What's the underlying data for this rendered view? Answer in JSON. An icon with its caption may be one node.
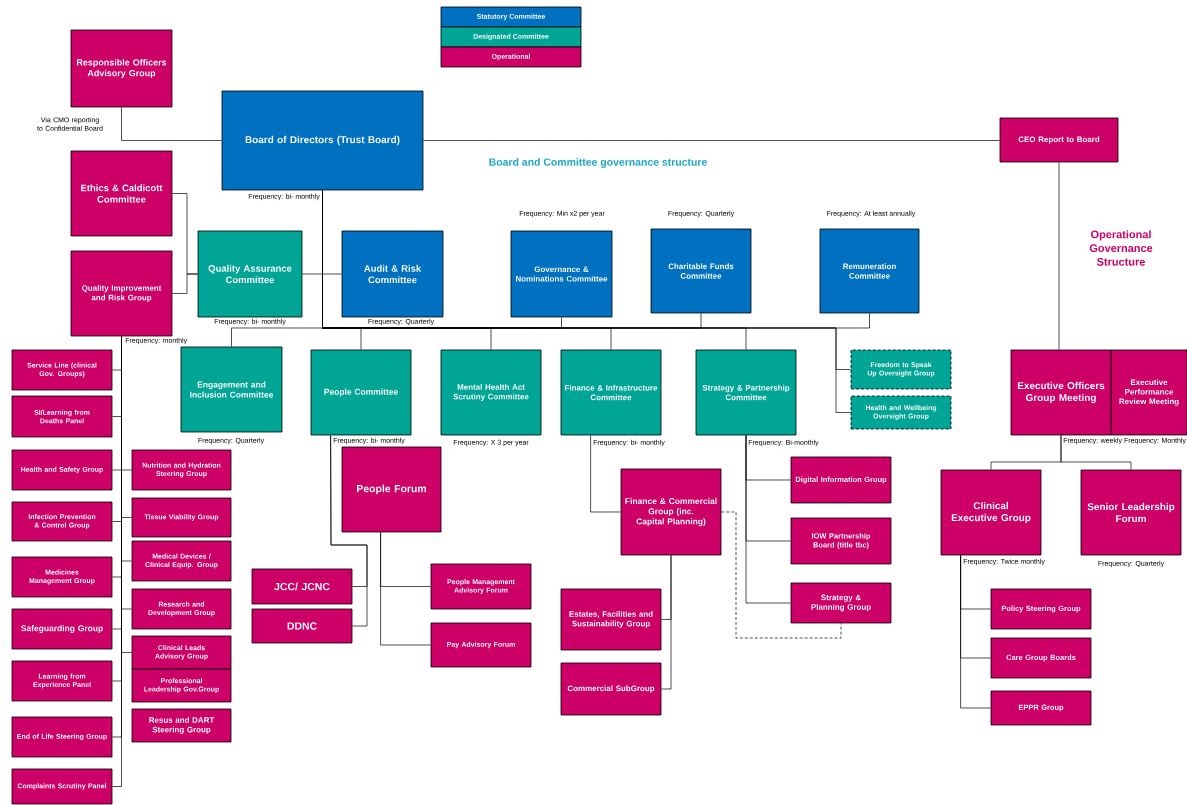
{
  "diagram": {
    "nodes": [
      {
        "text": [
          "Responsible Officers Advisory Group"
        ],
        "beside": [
          "Via CMO reporting to Confidential Board"
        ]
      },
      {
        "text": [
          "Board of Directors (Trust Board)"
        ],
        "beside": [
          "Frequency: bi- monthly"
        ]
      },
      {
        "text": [
          "CEO Report to Board"
        ]
      },
      {
        "text": [
          "Ethics & Caldicott Committee"
        ]
      },
      {
        "text": [
          "Quality Improvement and Risk Group"
        ],
        "beside": [
          "Frequency: monthly"
        ]
      },
      {
        "text": [
          "Quality Assurance Committee"
        ],
        "beside": [
          "Frequency: bi- monthly"
        ]
      },
      {
        "text": [
          "Audit & Risk Committee"
        ],
        "beside": [
          "Frequency: Quarterly"
        ]
      },
      {
        "text": [
          "Governance & Nominations Committee"
        ],
        "beside": [
          "Frequency: Min x2 per year"
        ]
      },
      {
        "text": [
          "Charitable Funds Committee"
        ],
        "beside": [
          "Frequency: Quarterly"
        ]
      },
      {
        "text": [
          "Remuneration Committee"
        ],
        "beside": [
          "Frequency: At least annually"
        ]
      },
      {
        "text": [
          "Engagement and Inclusion Committee"
        ],
        "beside": [
          "Frequency: Quarterly"
        ]
      },
      {
        "text": [
          "People Committee"
        ],
        "beside": [
          "Frequency: bi- monthly"
        ]
      },
      {
        "text": [
          "Mental Health Act Scrutiny Committee"
        ],
        "beside": [
          "Frequency: X 3 per year"
        ]
      },
      {
        "text": [
          "Finance & Infrastructure Committee"
        ],
        "beside": [
          "Frequency: bi- monthly"
        ]
      },
      {
        "text": [
          "Strategy & Partnership Committee"
        ],
        "beside": [
          "Frequency: Bi-monthly"
        ]
      },
      {
        "text": [
          "Freedom to Speak Up Oversight Group"
        ]
      },
      {
        "text": [
          "Health and Wellbeing Oversight Group"
        ]
      },
      {
        "text": [
          "Executive Officers Group Meeting"
        ],
        "beside": [
          "Frequency: weekly"
        ]
      },
      {
        "text": [
          "Executive Performance Review Meeting"
        ],
        "beside": [
          "Frequency: Monthly"
        ]
      },
      {
        "text": [
          "Service Line (clinical Gov. Groups)"
        ]
      },
      {
        "text": [
          "SI/Learning from Deaths Panel"
        ]
      },
      {
        "text": [
          "Health and Safety Group"
        ]
      },
      {
        "text": [
          "Infection Prevention & Control Group"
        ]
      },
      {
        "text": [
          "Medicines Management Group"
        ]
      },
      {
        "text": [
          "Safeguarding Group"
        ]
      },
      {
        "text": [
          "Learning from Experience Panel"
        ]
      },
      {
        "text": [
          "End of Life Steering Group"
        ]
      },
      {
        "text": [
          "Complaints Scrutiny Panel"
        ]
      },
      {
        "text": [
          "Nutrition and Hydration Steering Group"
        ]
      },
      {
        "text": [
          "Tissue Viability Group"
        ]
      },
      {
        "text": [
          "Medical Devices / Clinical Equip. Group"
        ]
      },
      {
        "text": [
          "Research and Development Group"
        ]
      },
      {
        "text": [
          "Clinical Leads Advisory Group"
        ]
      },
      {
        "text": [
          "Professional Leadership Gov.Group"
        ]
      },
      {
        "text": [
          "Resus and DART Steering Group"
        ]
      },
      {
        "text": [
          "People Forum"
        ]
      },
      {
        "text": [
          "JCC/ JCNC"
        ]
      },
      {
        "text": [
          "DDNC"
        ]
      },
      {
        "text": [
          "People Management Advisory Forum"
        ]
      },
      {
        "text": [
          "Pay Advisory Forum"
        ]
      },
      {
        "text": [
          "Finance & Commercial Group (inc. Capital Planning)"
        ]
      },
      {
        "text": [
          "Estates, Facilities and Sustainability Group"
        ]
      },
      {
        "text": [
          "Commercial SubGroup"
        ]
      },
      {
        "text": [
          "Digital Information Group"
        ]
      },
      {
        "text": [
          "IOW Partnership Board (title tbc)"
        ]
      },
      {
        "text": [
          "Strategy & Planning Group"
        ]
      },
      {
        "text": [
          "Clinical Executive Group"
        ],
        "beside": [
          "Frequency: Twice monthly"
        ]
      },
      {
        "text": [
          "Senior Leadership Forum"
        ],
        "beside": [
          "Frequency: Quarterly"
        ]
      },
      {
        "text": [
          "Policy Steering Group"
        ]
      },
      {
        "text": [
          "Care Group Boards"
        ]
      },
      {
        "text": [
          "EPPR Group"
        ]
      }
    ],
    "edges": [
      {
        "from": 0,
        "to": 1,
        "arrow": "none"
      },
      {
        "from": 1,
        "to": 2,
        "arrow": "none"
      },
      {
        "from": 3,
        "to": 5,
        "arrow": "none"
      },
      {
        "from": 4,
        "to": 5,
        "arrow": "none"
      },
      {
        "from": 1,
        "to": 5,
        "arrow": "none"
      },
      {
        "from": 1,
        "to": 6,
        "arrow": "none"
      },
      {
        "from": 1,
        "to": 7,
        "arrow": "none"
      },
      {
        "from": 1,
        "to": 8,
        "arrow": "none"
      },
      {
        "from": 1,
        "to": 9,
        "arrow": "none"
      },
      {
        "from": 1,
        "to": 10,
        "arrow": "none"
      },
      {
        "from": 1,
        "to": 11,
        "arrow": "none"
      },
      {
        "from": 1,
        "to": 12,
        "arrow": "none"
      },
      {
        "from": 1,
        "to": 13,
        "arrow": "none"
      },
      {
        "from": 1,
        "to": 14,
        "arrow": "none"
      },
      {
        "from": 1,
        "to": 15,
        "arrow": "none"
      },
      {
        "from": 1,
        "to": 16,
        "arrow": "none"
      },
      {
        "from": 4,
        "to": 19,
        "arrow": "none"
      },
      {
        "from": 4,
        "to": 20,
        "arrow": "none"
      },
      {
        "from": 4,
        "to": 21,
        "arrow": "none"
      },
      {
        "from": 4,
        "to": 22,
        "arrow": "none"
      },
      {
        "from": 4,
        "to": 23,
        "arrow": "none"
      },
      {
        "from": 4,
        "to": 24,
        "arrow": "none"
      },
      {
        "from": 4,
        "to": 25,
        "arrow": "none"
      },
      {
        "from": 4,
        "to": 26,
        "arrow": "none"
      },
      {
        "from": 4,
        "to": 27,
        "arrow": "none"
      },
      {
        "from": 4,
        "to": 28,
        "arrow": "none"
      },
      {
        "from": 4,
        "to": 29,
        "arrow": "none"
      },
      {
        "from": 4,
        "to": 30,
        "arrow": "none"
      },
      {
        "from": 4,
        "to": 31,
        "arrow": "none"
      },
      {
        "from": 4,
        "to": 32,
        "arrow": "none"
      },
      {
        "from": 11,
        "to": 36,
        "arrow": "none"
      },
      {
        "from": 11,
        "to": 37,
        "arrow": "none"
      },
      {
        "from": 35,
        "to": 38,
        "arrow": "none"
      },
      {
        "from": 35,
        "to": 39,
        "arrow": "none"
      },
      {
        "from": 13,
        "to": 40,
        "arrow": "none"
      },
      {
        "from": 40,
        "to": 41,
        "arrow": "none"
      },
      {
        "from": 40,
        "to": 42,
        "arrow": "none"
      },
      {
        "from": 40,
        "to": 45,
        "arrow": "none",
        "style": "dashed"
      },
      {
        "from": 14,
        "to": 43,
        "arrow": "none"
      },
      {
        "from": 14,
        "to": 44,
        "arrow": "none"
      },
      {
        "from": 14,
        "to": 45,
        "arrow": "none"
      },
      {
        "from": 2,
        "to": 17,
        "arrow": "none"
      },
      {
        "from": 17,
        "to": 46,
        "arrow": "none"
      },
      {
        "from": 17,
        "to": 47,
        "arrow": "none"
      },
      {
        "from": 46,
        "to": 48,
        "arrow": "none"
      },
      {
        "from": 46,
        "to": 49,
        "arrow": "none"
      },
      {
        "from": 46,
        "to": 50,
        "arrow": "none"
      }
    ],
    "labels": [
      "Board and Committee governance structure",
      "Operational Governance Structure"
    ],
    "legend": [
      {
        "text": "Statutory Committee",
        "color": "#0070c0"
      },
      {
        "text": "Designated Committee",
        "color": "#00a596"
      },
      {
        "text": "Operational",
        "color": "#cc0066"
      }
    ]
  }
}
